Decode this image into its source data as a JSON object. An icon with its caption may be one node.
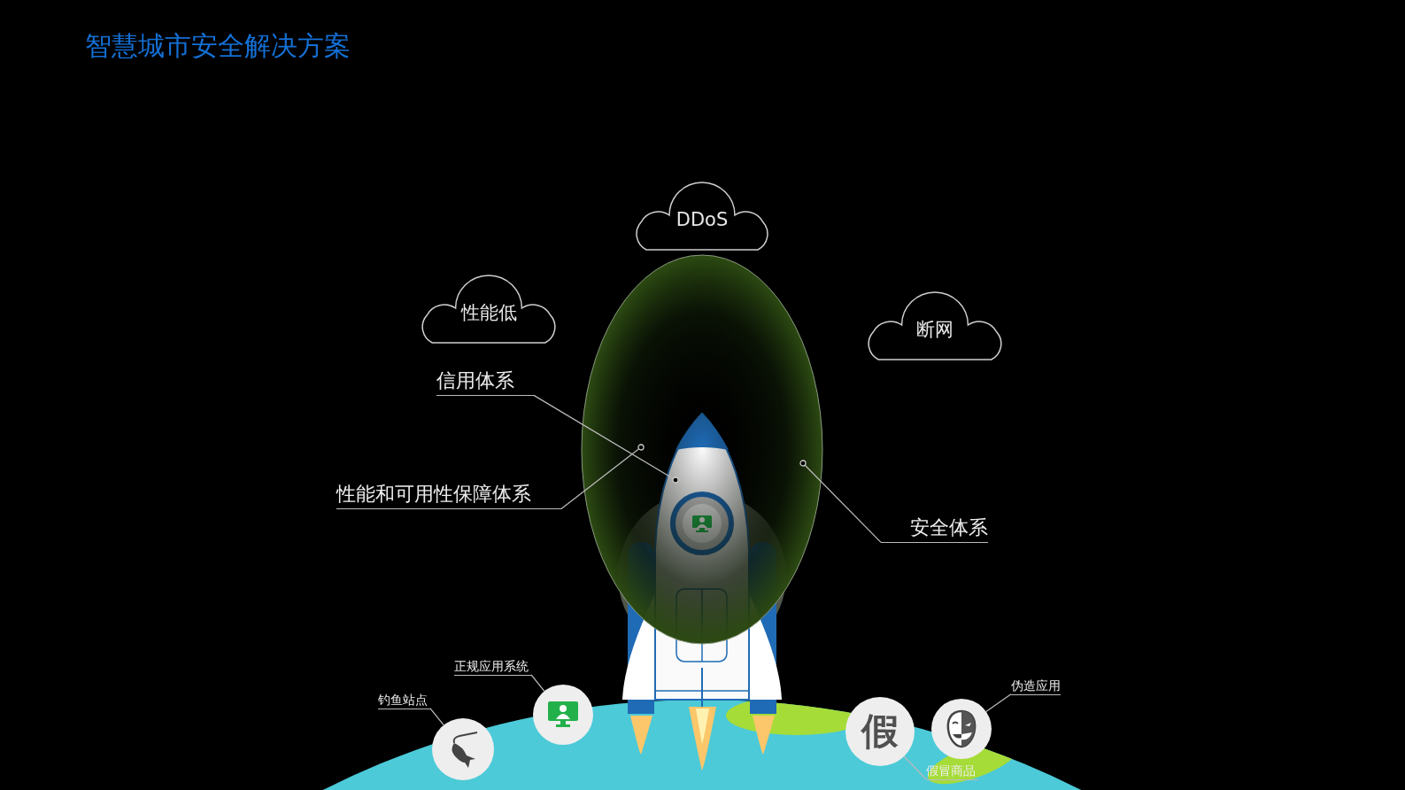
{
  "diagram": {
    "title": "智慧城市安全解决方案",
    "nodes": [
      {
        "text": [
          "DDoS"
        ]
      },
      {
        "text": [
          "性能低"
        ]
      },
      {
        "text": [
          "断网"
        ]
      },
      {
        "text": [
          "信用体系"
        ]
      },
      {
        "text": [
          "性能和可用性保障体系"
        ]
      },
      {
        "text": [
          "安全体系"
        ]
      },
      {
        "text": [
          "正规应用系统"
        ]
      },
      {
        "text": [
          "钓鱼站点"
        ]
      },
      {
        "text": [],
        "shape": "picture"
      },
      {
        "text": [],
        "shape": "picture"
      },
      {
        "text": [
          "假"
        ]
      },
      {
        "text": [
          "伪造应用"
        ]
      },
      {
        "text": [],
        "shape": "picture"
      },
      {
        "text": [
          "假冒商品"
        ]
      },
      {
        "text": [],
        "shape": "ellipse"
      }
    ],
    "edges": [
      {
        "from": 3,
        "to": 14,
        "arrow": "other"
      },
      {
        "from": 4,
        "to": 14,
        "arrow": "other"
      },
      {
        "from": 5,
        "to": 14,
        "arrow": "other"
      },
      {
        "from": 6,
        "to": 8,
        "arrow": "none"
      },
      {
        "from": 7,
        "to": 9,
        "arrow": "none"
      },
      {
        "from": 11,
        "to": 12,
        "arrow": "none"
      },
      {
        "from": 13,
        "to": 10,
        "arrow": "none"
      }
    ]
  }
}
